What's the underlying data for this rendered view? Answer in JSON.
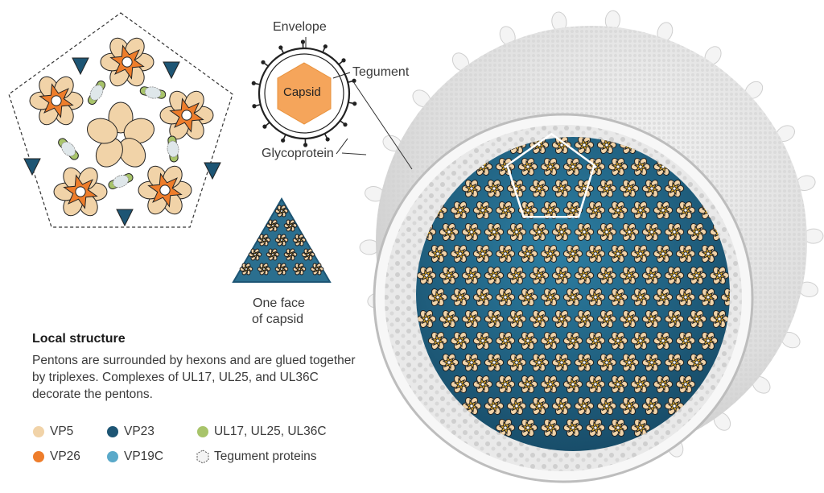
{
  "labels": {
    "envelope": "Envelope",
    "capsid": "Capsid",
    "tegument": "Tegument",
    "glycoprotein": "Glycoprotein",
    "face_line1": "One face",
    "face_line2": "of capsid"
  },
  "local_structure": {
    "heading": "Local structure",
    "description": "Pentons are surrounded by hexons and are glued together by triplexes. Complexes of UL17, UL25, and UL36C decorate the pentons."
  },
  "legend": [
    {
      "label": "VP5",
      "color": "#f1d3a8"
    },
    {
      "label": "VP26",
      "color": "#ee7d2b"
    },
    {
      "label": "VP23",
      "color": "#1d5574"
    },
    {
      "label": "VP19C",
      "color": "#5aa9c9"
    },
    {
      "label": "UL17, UL25, UL36C",
      "color": "#a8c46a"
    },
    {
      "label": "Tegument proteins",
      "color": "#cccccc",
      "icon": "hexagon-outline-icon"
    }
  ],
  "colors": {
    "vp5": "#f1d3a8",
    "vp26": "#ee7d2b",
    "vp23": "#1d5574",
    "vp19c": "#5aa9c9",
    "ul_complex": "#a8c46a",
    "capsid_hex": "#f5a55b",
    "envelope_grey": "#e4e4e4",
    "capsid_gold": "#e8b22b"
  }
}
